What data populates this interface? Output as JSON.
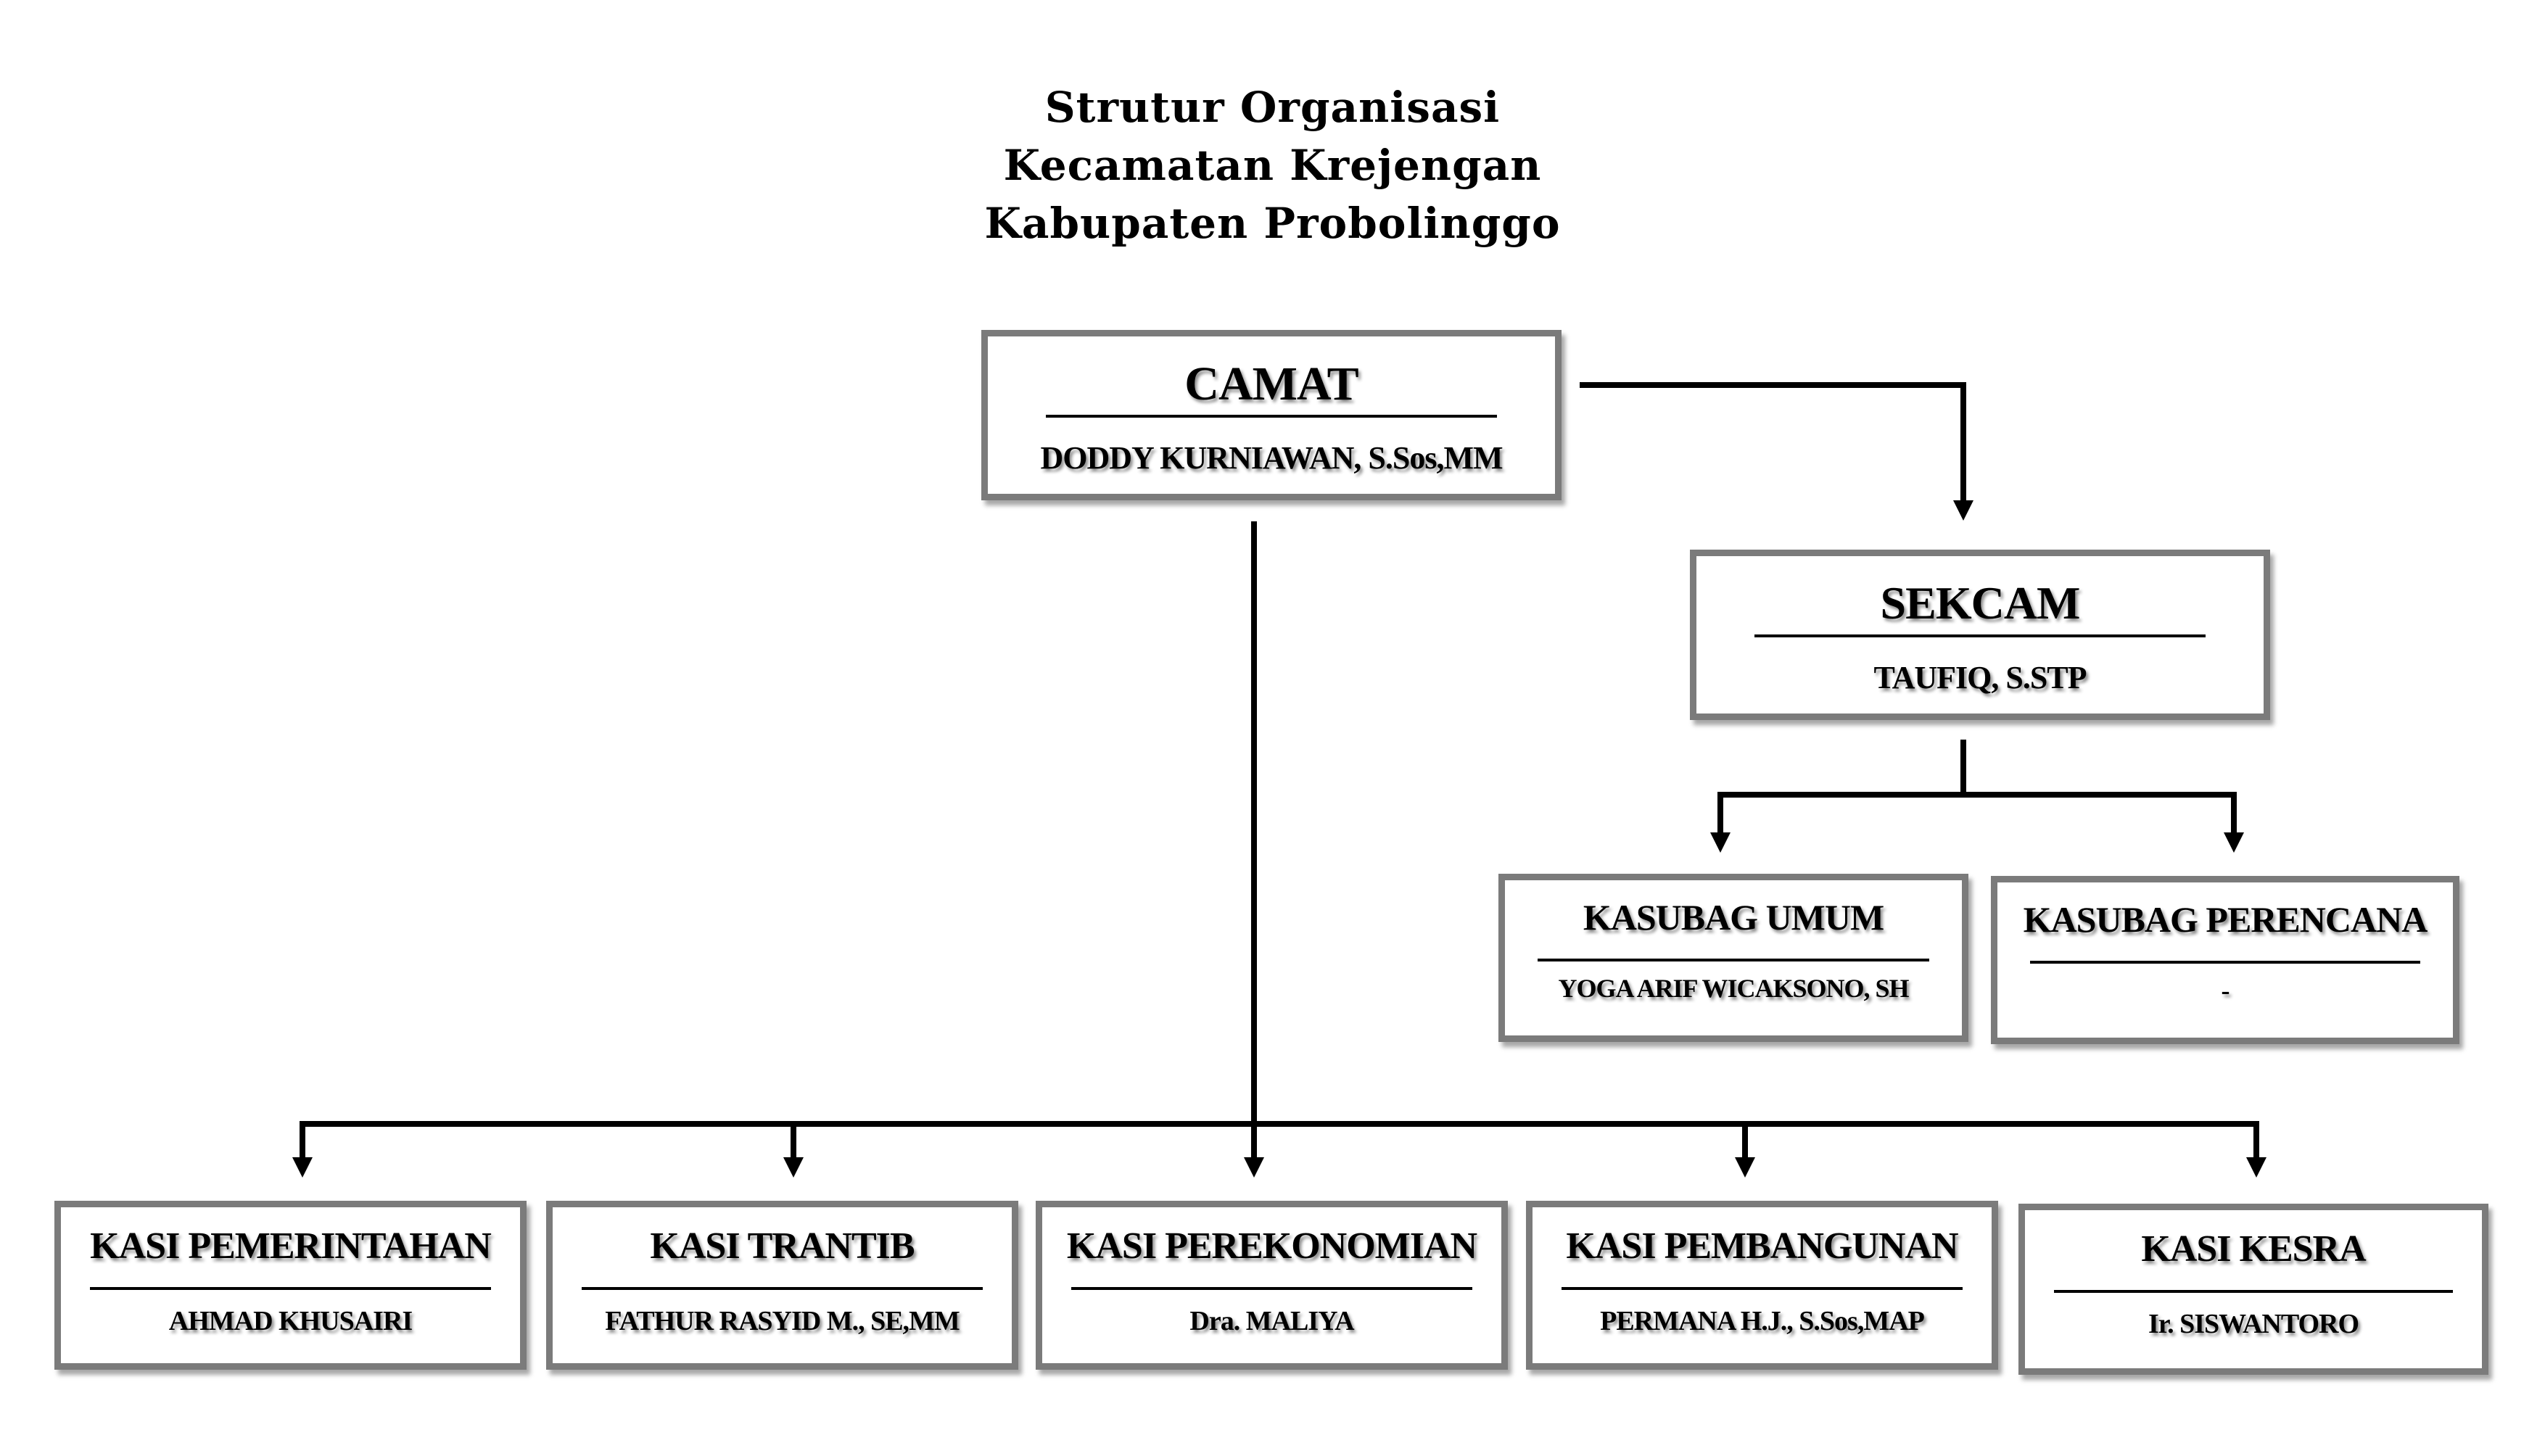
{
  "title": {
    "line1": "Strutur Organisasi",
    "line2": "Kecamatan Krejengan",
    "line3": "Kabupaten Probolinggo"
  },
  "camat": {
    "role": "CAMAT",
    "name": "DODDY KURNIAWAN, S.Sos,MM"
  },
  "sekcam": {
    "role": "SEKCAM",
    "name": "TAUFIQ, S.STP"
  },
  "kasubag": [
    {
      "role": "KASUBAG UMUM",
      "name": "YOGA ARIF WICAKSONO, SH"
    },
    {
      "role": "KASUBAG PERENCANA",
      "name": "-"
    }
  ],
  "kasi": [
    {
      "role": "KASI PEMERINTAHAN",
      "name": "AHMAD KHUSAIRI"
    },
    {
      "role": "KASI TRANTIB",
      "name": "FATHUR RASYID M., SE,MM"
    },
    {
      "role": "KASI PEREKONOMIAN",
      "name": "Dra. MALIYA"
    },
    {
      "role": "KASI PEMBANGUNAN",
      "name": "PERMANA H.J., S.Sos,MAP"
    },
    {
      "role": "KASI KESRA",
      "name": "Ir. SISWANTORO"
    }
  ]
}
